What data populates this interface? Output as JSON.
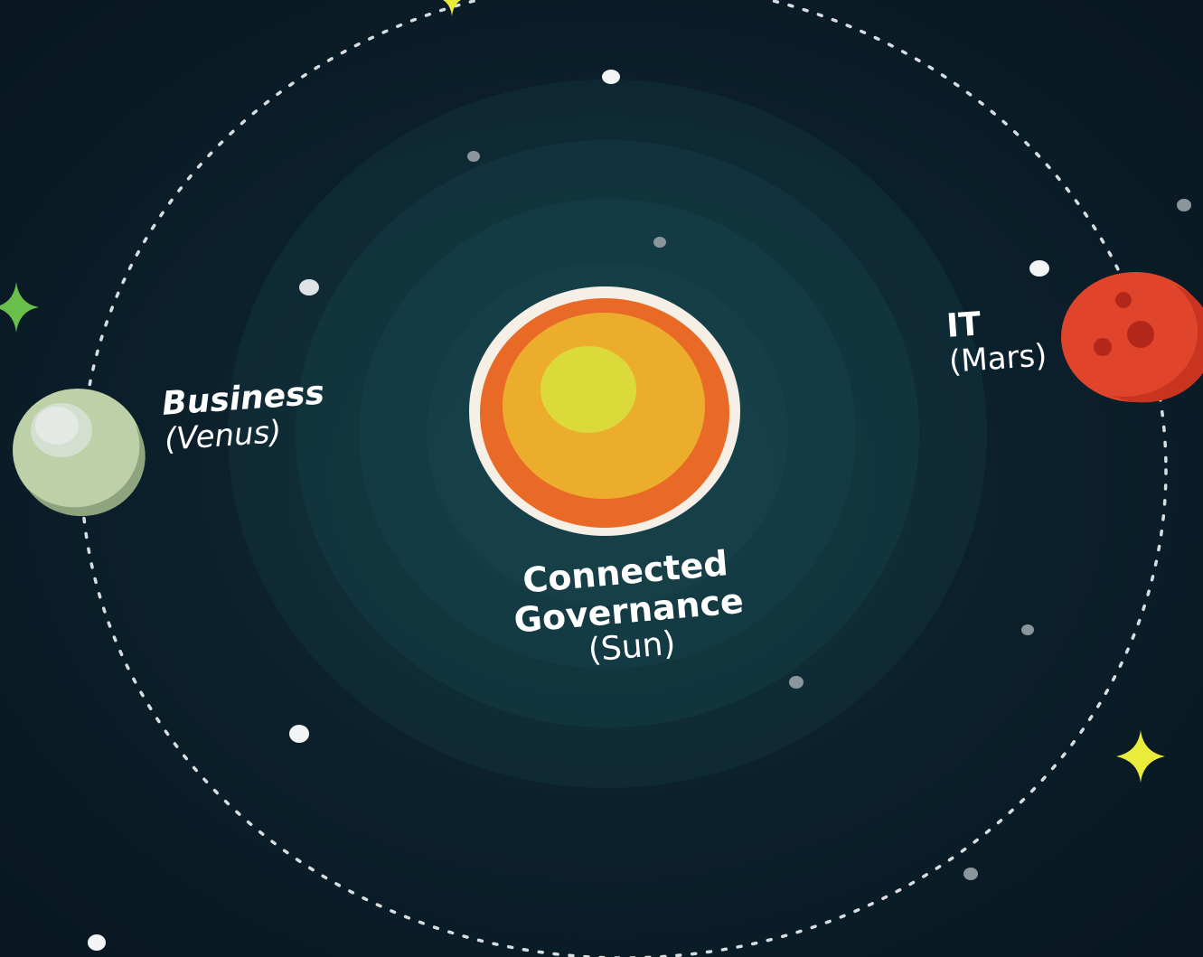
{
  "colors": {
    "background": "#0a1b25",
    "halo": "#18464e",
    "orbit": "#d8dde0",
    "sun_rim": "#f5efe6",
    "sun_outer": "#e96a26",
    "sun_inner": "#ecad2d",
    "sun_core": "#dcd93a",
    "venus_body": "#bdd0a8",
    "venus_shade": "#8da47e",
    "venus_highlight": "#e4e9e6",
    "mars_body": "#e0452c",
    "mars_shade": "#c8341f",
    "mars_crater": "#b3271a",
    "star_yellow": "#e9ec3b",
    "star_green": "#6abf4b",
    "dot_white": "#f2f4f5",
    "dot_grey": "#8b969c"
  },
  "bodies": {
    "sun": {
      "name": "Connected",
      "name2": "Governance",
      "sub": "(Sun)",
      "icon": "sun-icon"
    },
    "venus": {
      "name": "Business",
      "sub": "(Venus)",
      "icon": "planet-venus-icon"
    },
    "mars": {
      "name": "IT",
      "sub": "(Mars)",
      "icon": "planet-mars-icon"
    }
  }
}
